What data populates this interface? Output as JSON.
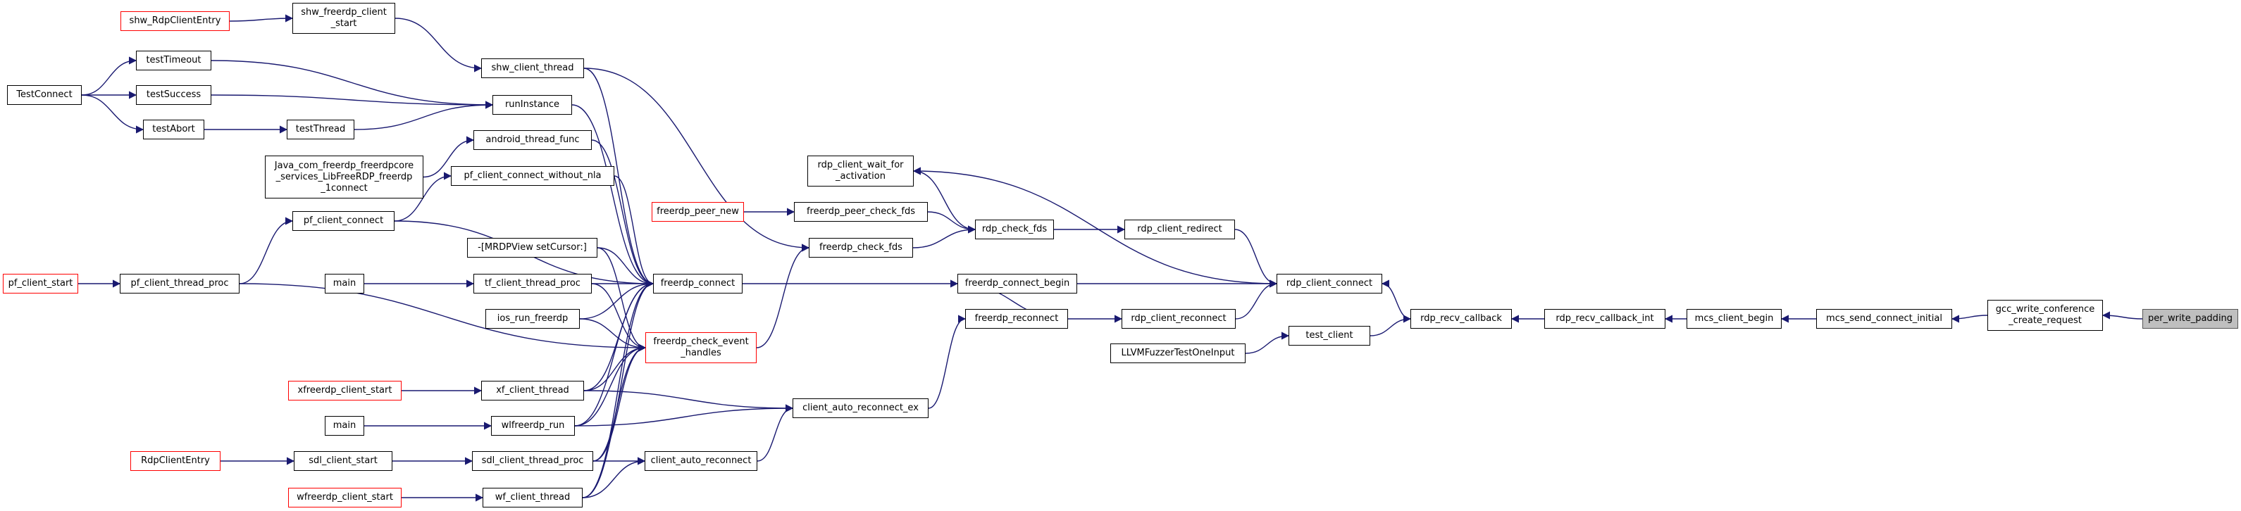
{
  "graph": {
    "nodes": [
      {
        "id": "shw_RdpClientEntry",
        "label": "shw_RdpClientEntry",
        "style": "red"
      },
      {
        "id": "shw_freerdp_client_start",
        "label": "shw_freerdp_client\n_start",
        "style": "normal"
      },
      {
        "id": "shw_client_thread",
        "label": "shw_client_thread",
        "style": "normal"
      },
      {
        "id": "TestConnect",
        "label": "TestConnect",
        "style": "normal"
      },
      {
        "id": "testTimeout",
        "label": "testTimeout",
        "style": "normal"
      },
      {
        "id": "testSuccess",
        "label": "testSuccess",
        "style": "normal"
      },
      {
        "id": "testAbort",
        "label": "testAbort",
        "style": "normal"
      },
      {
        "id": "testThread",
        "label": "testThread",
        "style": "normal"
      },
      {
        "id": "runInstance",
        "label": "runInstance",
        "style": "normal"
      },
      {
        "id": "java_connect",
        "label": "Java_com_freerdp_freerdpcore\n_services_LibFreeRDP_freerdp\n_1connect",
        "style": "normal"
      },
      {
        "id": "android_thread_func",
        "label": "android_thread_func",
        "style": "normal"
      },
      {
        "id": "pf_client_connect_without_nla",
        "label": "pf_client_connect_without_nla",
        "style": "normal"
      },
      {
        "id": "pf_client_connect",
        "label": "pf_client_connect",
        "style": "normal"
      },
      {
        "id": "pf_client_start",
        "label": "pf_client_start",
        "style": "red"
      },
      {
        "id": "pf_client_thread_proc",
        "label": "pf_client_thread_proc",
        "style": "normal"
      },
      {
        "id": "mrdpview_setcursor",
        "label": "-[MRDPView setCursor:]",
        "style": "normal"
      },
      {
        "id": "main1",
        "label": "main",
        "style": "normal"
      },
      {
        "id": "tf_client_thread_proc",
        "label": "tf_client_thread_proc",
        "style": "normal"
      },
      {
        "id": "ios_run_freerdp",
        "label": "ios_run_freerdp",
        "style": "normal"
      },
      {
        "id": "xfreerdp_client_start",
        "label": "xfreerdp_client_start",
        "style": "red"
      },
      {
        "id": "xf_client_thread",
        "label": "xf_client_thread",
        "style": "normal"
      },
      {
        "id": "main2",
        "label": "main",
        "style": "normal"
      },
      {
        "id": "wlfreerdp_run",
        "label": "wlfreerdp_run",
        "style": "normal"
      },
      {
        "id": "RdpClientEntry",
        "label": "RdpClientEntry",
        "style": "red"
      },
      {
        "id": "sdl_client_start",
        "label": "sdl_client_start",
        "style": "normal"
      },
      {
        "id": "sdl_client_thread_proc",
        "label": "sdl_client_thread_proc",
        "style": "normal"
      },
      {
        "id": "wfreerdp_client_start",
        "label": "wfreerdp_client_start",
        "style": "red"
      },
      {
        "id": "wf_client_thread",
        "label": "wf_client_thread",
        "style": "normal"
      },
      {
        "id": "freerdp_connect",
        "label": "freerdp_connect",
        "style": "normal"
      },
      {
        "id": "freerdp_check_event_handles",
        "label": "freerdp_check_event\n_handles",
        "style": "red"
      },
      {
        "id": "client_auto_reconnect",
        "label": "client_auto_reconnect",
        "style": "normal"
      },
      {
        "id": "client_auto_reconnect_ex",
        "label": "client_auto_reconnect_ex",
        "style": "normal"
      },
      {
        "id": "freerdp_peer_new",
        "label": "freerdp_peer_new",
        "style": "red"
      },
      {
        "id": "freerdp_peer_check_fds",
        "label": "freerdp_peer_check_fds",
        "style": "normal"
      },
      {
        "id": "freerdp_check_fds",
        "label": "freerdp_check_fds",
        "style": "normal"
      },
      {
        "id": "rdp_client_wait_for_activation",
        "label": "rdp_client_wait_for\n_activation",
        "style": "normal"
      },
      {
        "id": "rdp_check_fds",
        "label": "rdp_check_fds",
        "style": "normal"
      },
      {
        "id": "freerdp_connect_begin",
        "label": "freerdp_connect_begin",
        "style": "normal"
      },
      {
        "id": "freerdp_reconnect",
        "label": "freerdp_reconnect",
        "style": "normal"
      },
      {
        "id": "rdp_client_redirect",
        "label": "rdp_client_redirect",
        "style": "normal"
      },
      {
        "id": "rdp_client_reconnect",
        "label": "rdp_client_reconnect",
        "style": "normal"
      },
      {
        "id": "LLVMFuzzerTestOneInput",
        "label": "LLVMFuzzerTestOneInput",
        "style": "normal"
      },
      {
        "id": "rdp_client_connect",
        "label": "rdp_client_connect",
        "style": "normal"
      },
      {
        "id": "test_client",
        "label": "test_client",
        "style": "normal"
      },
      {
        "id": "rdp_recv_callback",
        "label": "rdp_recv_callback",
        "style": "normal"
      },
      {
        "id": "rdp_recv_callback_int",
        "label": "rdp_recv_callback_int",
        "style": "normal"
      },
      {
        "id": "mcs_client_begin",
        "label": "mcs_client_begin",
        "style": "normal"
      },
      {
        "id": "mcs_send_connect_initial",
        "label": "mcs_send_connect_initial",
        "style": "normal"
      },
      {
        "id": "gcc_write_conference_create_request",
        "label": "gcc_write_conference\n_create_request",
        "style": "normal"
      },
      {
        "id": "per_write_padding",
        "label": "per_write_padding",
        "style": "highlight"
      }
    ],
    "edges": [
      {
        "from": "shw_RdpClientEntry",
        "to": "shw_freerdp_client_start"
      },
      {
        "from": "shw_freerdp_client_start",
        "to": "shw_client_thread"
      },
      {
        "from": "TestConnect",
        "to": "testTimeout"
      },
      {
        "from": "TestConnect",
        "to": "testSuccess"
      },
      {
        "from": "TestConnect",
        "to": "testAbort"
      },
      {
        "from": "testAbort",
        "to": "testThread"
      },
      {
        "from": "testTimeout",
        "to": "runInstance"
      },
      {
        "from": "testSuccess",
        "to": "runInstance"
      },
      {
        "from": "testThread",
        "to": "runInstance"
      },
      {
        "from": "java_connect",
        "to": "android_thread_func"
      },
      {
        "from": "pf_client_connect",
        "to": "pf_client_connect_without_nla"
      },
      {
        "from": "pf_client_thread_proc",
        "to": "pf_client_connect"
      },
      {
        "from": "pf_client_start",
        "to": "pf_client_thread_proc"
      },
      {
        "from": "main1",
        "to": "tf_client_thread_proc"
      },
      {
        "from": "xfreerdp_client_start",
        "to": "xf_client_thread"
      },
      {
        "from": "main2",
        "to": "wlfreerdp_run"
      },
      {
        "from": "RdpClientEntry",
        "to": "sdl_client_start"
      },
      {
        "from": "sdl_client_start",
        "to": "sdl_client_thread_proc"
      },
      {
        "from": "wfreerdp_client_start",
        "to": "wf_client_thread"
      },
      {
        "from": "shw_client_thread",
        "to": "freerdp_connect"
      },
      {
        "from": "runInstance",
        "to": "freerdp_connect"
      },
      {
        "from": "android_thread_func",
        "to": "freerdp_connect"
      },
      {
        "from": "pf_client_connect_without_nla",
        "to": "freerdp_connect"
      },
      {
        "from": "pf_client_connect",
        "to": "freerdp_connect"
      },
      {
        "from": "mrdpview_setcursor",
        "to": "freerdp_connect"
      },
      {
        "from": "tf_client_thread_proc",
        "to": "freerdp_connect"
      },
      {
        "from": "ios_run_freerdp",
        "to": "freerdp_connect"
      },
      {
        "from": "xf_client_thread",
        "to": "freerdp_connect"
      },
      {
        "from": "wlfreerdp_run",
        "to": "freerdp_connect"
      },
      {
        "from": "sdl_client_thread_proc",
        "to": "freerdp_connect"
      },
      {
        "from": "wf_client_thread",
        "to": "freerdp_connect"
      },
      {
        "from": "shw_client_thread",
        "to": "freerdp_check_fds"
      },
      {
        "from": "pf_client_thread_proc",
        "to": "freerdp_check_event_handles"
      },
      {
        "from": "mrdpview_setcursor",
        "to": "freerdp_check_event_handles"
      },
      {
        "from": "tf_client_thread_proc",
        "to": "freerdp_check_event_handles"
      },
      {
        "from": "ios_run_freerdp",
        "to": "freerdp_check_event_handles"
      },
      {
        "from": "xf_client_thread",
        "to": "freerdp_check_event_handles"
      },
      {
        "from": "wlfreerdp_run",
        "to": "freerdp_check_event_handles"
      },
      {
        "from": "sdl_client_thread_proc",
        "to": "freerdp_check_event_handles"
      },
      {
        "from": "wf_client_thread",
        "to": "freerdp_check_event_handles"
      },
      {
        "from": "freerdp_check_event_handles",
        "to": "freerdp_check_fds"
      },
      {
        "from": "xf_client_thread",
        "to": "client_auto_reconnect_ex"
      },
      {
        "from": "wlfreerdp_run",
        "to": "client_auto_reconnect_ex"
      },
      {
        "from": "sdl_client_thread_proc",
        "to": "client_auto_reconnect"
      },
      {
        "from": "wf_client_thread",
        "to": "client_auto_reconnect"
      },
      {
        "from": "client_auto_reconnect",
        "to": "client_auto_reconnect_ex"
      },
      {
        "from": "client_auto_reconnect_ex",
        "to": "freerdp_reconnect"
      },
      {
        "from": "freerdp_peer_new",
        "to": "freerdp_peer_check_fds"
      },
      {
        "from": "freerdp_peer_check_fds",
        "to": "rdp_check_fds"
      },
      {
        "from": "freerdp_check_fds",
        "to": "rdp_check_fds"
      },
      {
        "from": "rdp_check_fds",
        "to": "rdp_client_wait_for_activation"
      },
      {
        "from": "rdp_check_fds",
        "to": "rdp_client_redirect"
      },
      {
        "from": "freerdp_connect",
        "to": "freerdp_connect_begin"
      },
      {
        "from": "freerdp_reconnect",
        "to": "freerdp_connect_begin"
      },
      {
        "from": "freerdp_reconnect",
        "to": "rdp_client_reconnect"
      },
      {
        "from": "rdp_client_connect",
        "to": "rdp_client_wait_for_activation"
      },
      {
        "from": "rdp_client_redirect",
        "to": "rdp_client_connect"
      },
      {
        "from": "freerdp_connect_begin",
        "to": "rdp_client_connect"
      },
      {
        "from": "rdp_client_reconnect",
        "to": "rdp_client_connect"
      },
      {
        "from": "LLVMFuzzerTestOneInput",
        "to": "test_client"
      },
      {
        "from": "rdp_recv_callback",
        "to": "rdp_client_connect"
      },
      {
        "from": "test_client",
        "to": "rdp_recv_callback"
      },
      {
        "from": "rdp_recv_callback_int",
        "to": "rdp_recv_callback"
      },
      {
        "from": "mcs_client_begin",
        "to": "rdp_recv_callback_int"
      },
      {
        "from": "mcs_send_connect_initial",
        "to": "mcs_client_begin"
      },
      {
        "from": "gcc_write_conference_create_request",
        "to": "mcs_send_connect_initial"
      },
      {
        "from": "per_write_padding",
        "to": "gcc_write_conference_create_request"
      }
    ],
    "colors": {
      "edge": "#191970",
      "node_border": "#000000",
      "entry_border": "#ff0000",
      "highlight_fill": "#bfbfbf",
      "highlight_border": "#555555",
      "background": "#ffffff"
    }
  }
}
